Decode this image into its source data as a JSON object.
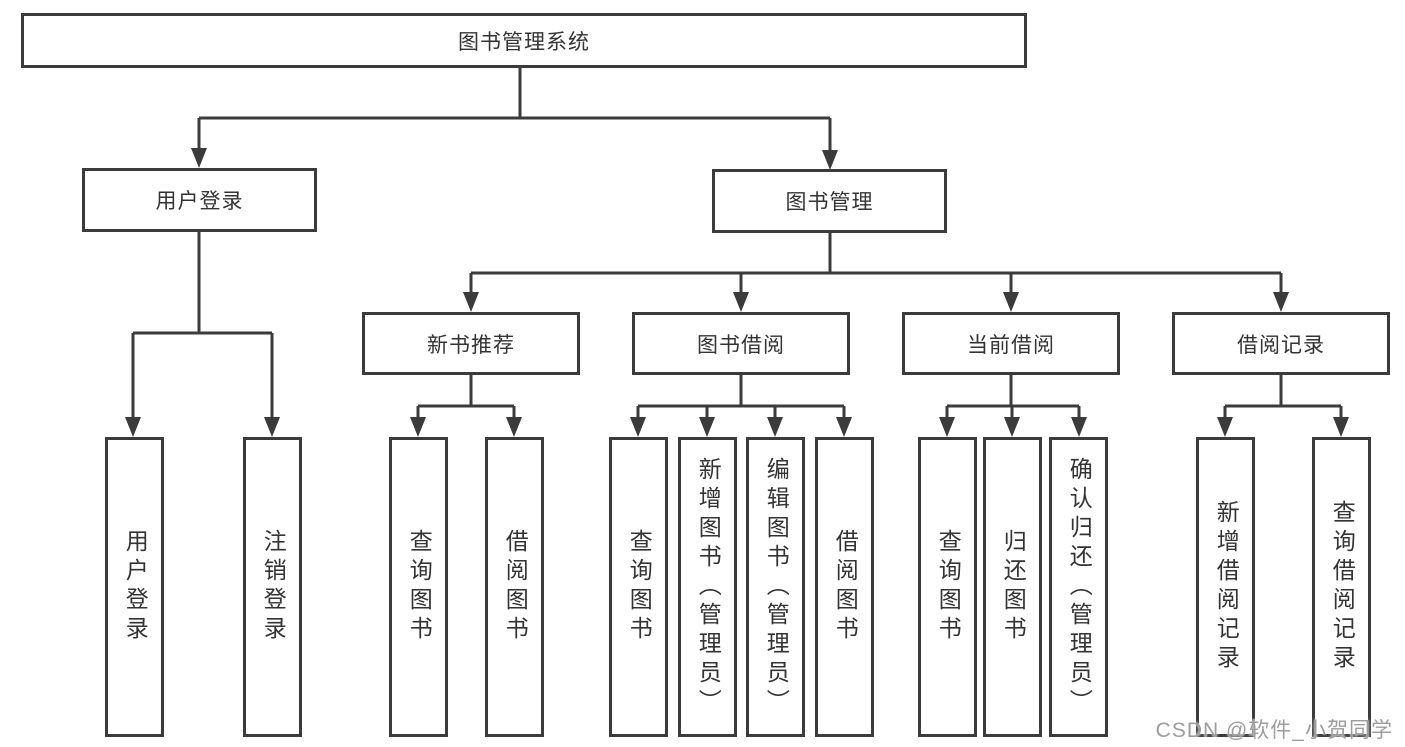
{
  "diagram": {
    "root": {
      "label": "图书管理系统"
    },
    "branches": [
      {
        "label": "用户登录",
        "children": [
          {
            "label": "用户登录"
          },
          {
            "label": "注销登录"
          }
        ]
      },
      {
        "label": "图书管理",
        "children": [
          {
            "label": "新书推荐",
            "children": [
              {
                "label": "查询图书"
              },
              {
                "label": "借阅图书"
              }
            ]
          },
          {
            "label": "图书借阅",
            "children": [
              {
                "label": "查询图书"
              },
              {
                "label": "新增图书（管理员）"
              },
              {
                "label": "编辑图书（管理员）"
              },
              {
                "label": "借阅图书"
              }
            ]
          },
          {
            "label": "当前借阅",
            "children": [
              {
                "label": "查询图书"
              },
              {
                "label": "归还图书"
              },
              {
                "label": "确认归还（管理员）"
              }
            ]
          },
          {
            "label": "借阅记录",
            "children": [
              {
                "label": "新增借阅记录"
              },
              {
                "label": "查询借阅记录"
              }
            ]
          }
        ]
      }
    ]
  },
  "watermark": {
    "text": "CSDN @软件_小贺同学"
  },
  "colors": {
    "line": "#3b3b3b",
    "text": "#333333",
    "watermark": "#9d9d9d",
    "background": "#ffffff"
  }
}
